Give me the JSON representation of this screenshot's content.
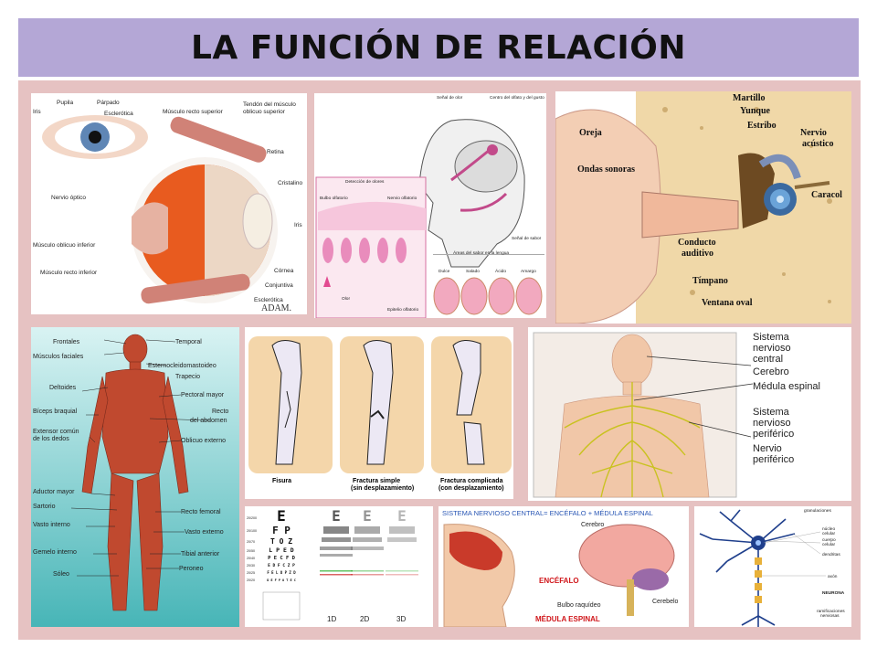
{
  "title": "LA FUNCIÓN DE RELACIÓN",
  "eye": {
    "labels": [
      "Pupila",
      "Párpado",
      "Iris",
      "Esclerótica",
      "Músculo recto superior",
      "Tendón del músculo",
      "oblicuo superior",
      "Retina",
      "Cristalino",
      "Nervio óptico",
      "Iris",
      "Músculo oblicuo inferior",
      "Córnea",
      "Músculo recto inferior",
      "Conjuntiva",
      "Esclerótica"
    ],
    "brand": "ADAM."
  },
  "smell": {
    "labels": [
      "Señal de olor",
      "Centro del olfato y del gusto",
      "Detección de olores",
      "Bulbo olfatorio",
      "Nervio olfatorio",
      "Señal de sabor",
      "Áreas del sabor en la lengua",
      "Olor",
      "Epitelio olfatorio"
    ],
    "tastes": [
      "Dulce",
      "Salado",
      "Ácido",
      "Amargo"
    ]
  },
  "ear": {
    "labels": [
      "Martillo",
      "Yunque",
      "Oreja",
      "Estribo",
      "Nervio",
      "acústico",
      "Ondas sonoras",
      "Caracol",
      "Conducto",
      "auditivo",
      "Tímpano",
      "Ventana oval"
    ]
  },
  "muscles": {
    "left": [
      "Frontales",
      "Músculos faciales",
      "Deltoides",
      "Bíceps braquial",
      "Extensor común",
      "de los dedos",
      "Aductor mayor",
      "Sartorio",
      "Vasto interno",
      "Gemelo interno",
      "Sóleo"
    ],
    "right": [
      "Temporal",
      "Esternocleidomastoideo",
      "Trapecio",
      "Pectoral mayor",
      "Recto",
      "del abdomen",
      "Oblicuo externo",
      "Recto femoral",
      "Vasto externo",
      "Tibial anterior",
      "Peroneo"
    ]
  },
  "fractures": {
    "captions": [
      "Fisura",
      "Fractura simple",
      "(sin desplazamiento)",
      "Fractura complicada",
      "(con desplazamiento)"
    ]
  },
  "nervous": {
    "labels": [
      "Sistema",
      "nervioso",
      "central",
      "Cerebro",
      "Médula espinal",
      "Sistema",
      "nervioso",
      "periférico",
      "Nervio",
      "periférico"
    ]
  },
  "eyechart": {
    "rows": [
      "E",
      "F P",
      "T O Z",
      "L P E D",
      "P E C F D",
      "E D F C Z P",
      "F E L O P Z D",
      "D E F P O T E C"
    ],
    "acuity": [
      "20/200",
      "20/100",
      "20/70",
      "20/50",
      "20/40",
      "20/30",
      "20/25",
      "20/20"
    ],
    "views": [
      "1D",
      "2D",
      "3D"
    ]
  },
  "cns": {
    "header": "SISTEMA NERVIOSO CENTRAL= ENCÉFALO + MÉDULA ESPINAL",
    "labels": [
      "Cerebro",
      "ENCÉFALO",
      "Cerebelo",
      "Bulbo raquídeo",
      "MÉDULA ESPINAL"
    ]
  },
  "neuron": {
    "labels": [
      "granulaciones",
      "núcleo",
      "celular",
      "cuerpo",
      "celular",
      "dendritas",
      "axón",
      "NEURONA",
      "ramificaciones",
      "nerviosas"
    ]
  }
}
